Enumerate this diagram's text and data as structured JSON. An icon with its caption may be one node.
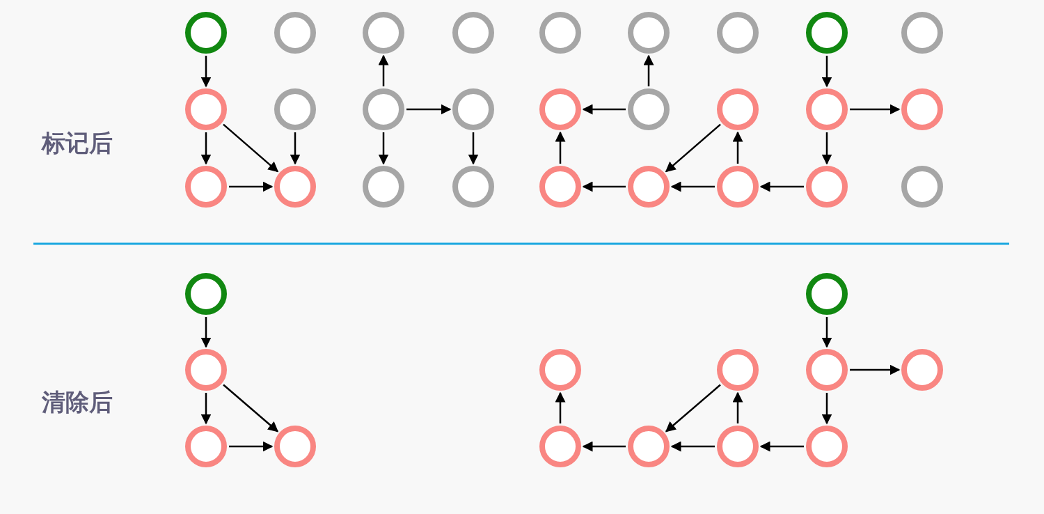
{
  "diagram": {
    "nodes": [
      {
        "text": [],
        "shape": "circle"
      },
      {
        "text": [],
        "shape": "circle"
      },
      {
        "text": [],
        "shape": "circle"
      },
      {
        "text": [],
        "shape": "circle"
      },
      {
        "text": [],
        "shape": "circle"
      },
      {
        "text": [],
        "shape": "circle"
      },
      {
        "text": [],
        "shape": "circle"
      },
      {
        "text": [],
        "shape": "circle"
      },
      {
        "text": [],
        "shape": "circle"
      },
      {
        "text": [],
        "shape": "circle"
      },
      {
        "text": [],
        "shape": "circle"
      },
      {
        "text": [],
        "shape": "circle"
      },
      {
        "text": [],
        "shape": "circle"
      },
      {
        "text": [],
        "shape": "circle"
      },
      {
        "text": [],
        "shape": "circle"
      },
      {
        "text": [],
        "shape": "circle"
      },
      {
        "text": [],
        "shape": "circle"
      },
      {
        "text": [],
        "shape": "circle"
      },
      {
        "text": [],
        "shape": "circle"
      },
      {
        "text": [],
        "shape": "circle"
      },
      {
        "text": [],
        "shape": "circle"
      },
      {
        "text": [],
        "shape": "circle"
      },
      {
        "text": [],
        "shape": "circle"
      },
      {
        "text": [],
        "shape": "circle"
      },
      {
        "text": [],
        "shape": "circle"
      },
      {
        "text": [],
        "shape": "circle"
      },
      {
        "text": [],
        "shape": "circle"
      },
      {
        "text": [],
        "shape": "circle"
      },
      {
        "text": [],
        "shape": "circle"
      },
      {
        "text": [],
        "shape": "circle"
      },
      {
        "text": [],
        "shape": "circle"
      },
      {
        "text": [],
        "shape": "circle"
      },
      {
        "text": [],
        "shape": "circle"
      },
      {
        "text": [],
        "shape": "circle"
      },
      {
        "text": [],
        "shape": "circle"
      },
      {
        "text": [],
        "shape": "circle"
      },
      {
        "text": [],
        "shape": "circle"
      },
      {
        "text": [],
        "shape": "circle"
      },
      {
        "text": [],
        "shape": "circle"
      },
      {
        "text": [],
        "shape": "circle"
      }
    ],
    "edges": [
      {
        "from": 0,
        "to": 9,
        "arrow": "to"
      },
      {
        "from": 9,
        "to": 18,
        "arrow": "to"
      },
      {
        "from": 9,
        "to": 19,
        "arrow": "to"
      },
      {
        "from": 18,
        "to": 19,
        "arrow": "to"
      },
      {
        "from": 10,
        "to": 19,
        "arrow": "to"
      },
      {
        "from": 11,
        "to": 2,
        "arrow": "to"
      },
      {
        "from": 11,
        "to": 12,
        "arrow": "to"
      },
      {
        "from": 11,
        "to": 20,
        "arrow": "to"
      },
      {
        "from": 12,
        "to": 21,
        "arrow": "to"
      },
      {
        "from": 14,
        "to": 5,
        "arrow": "to"
      },
      {
        "from": 14,
        "to": 13,
        "arrow": "to"
      },
      {
        "from": 22,
        "to": 13,
        "arrow": "to"
      },
      {
        "from": 15,
        "to": 23,
        "arrow": "to"
      },
      {
        "from": 24,
        "to": 15,
        "arrow": "to"
      },
      {
        "from": 23,
        "to": 22,
        "arrow": "to"
      },
      {
        "from": 24,
        "to": 23,
        "arrow": "to"
      },
      {
        "from": 25,
        "to": 24,
        "arrow": "to"
      },
      {
        "from": 7,
        "to": 16,
        "arrow": "to"
      },
      {
        "from": 16,
        "to": 17,
        "arrow": "to"
      },
      {
        "from": 16,
        "to": 25,
        "arrow": "to"
      },
      {
        "from": 27,
        "to": 29,
        "arrow": "to"
      },
      {
        "from": 29,
        "to": 34,
        "arrow": "to"
      },
      {
        "from": 29,
        "to": 35,
        "arrow": "to"
      },
      {
        "from": 34,
        "to": 35,
        "arrow": "to"
      },
      {
        "from": 31,
        "to": 37,
        "arrow": "to"
      },
      {
        "from": 38,
        "to": 31,
        "arrow": "to"
      },
      {
        "from": 37,
        "to": 36,
        "arrow": "to"
      },
      {
        "from": 36,
        "to": 30,
        "arrow": "to"
      },
      {
        "from": 38,
        "to": 37,
        "arrow": "to"
      },
      {
        "from": 39,
        "to": 38,
        "arrow": "to"
      },
      {
        "from": 28,
        "to": 32,
        "arrow": "to"
      },
      {
        "from": 32,
        "to": 33,
        "arrow": "to"
      },
      {
        "from": 32,
        "to": 39,
        "arrow": "to"
      }
    ],
    "labels": [
      "标记后",
      "清除后"
    ]
  }
}
